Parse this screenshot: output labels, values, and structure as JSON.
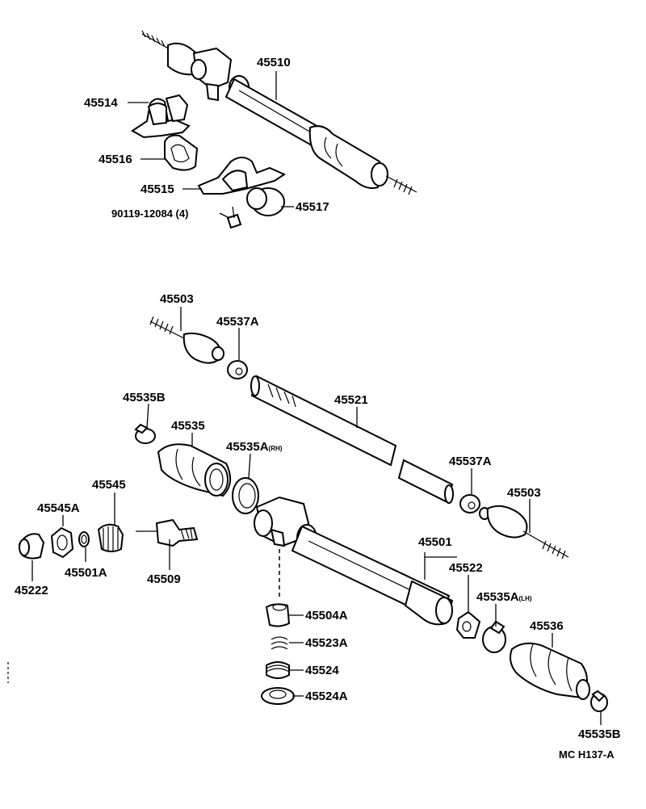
{
  "diagram_code": "MC H137-A",
  "upper_assembly": {
    "main": "45510",
    "bracket_lh": "45514",
    "grommet_lh": "45516",
    "bracket_rh": "45515",
    "grommet_rh": "45517",
    "bolt": "90119-12084 (4)"
  },
  "lower_assembly": {
    "tie_rod_end_left": "45503",
    "washer_left": "45537A",
    "rack": "45521",
    "washer_right": "45537A",
    "tie_rod_end_right": "45503",
    "clamp_left": "45535B",
    "boot_left": "45535",
    "clip_rh_main": "45535A",
    "clip_rh_sub": "(RH)",
    "housing": "45501",
    "stopper": "45522",
    "clip_lh_main": "45535A",
    "clip_lh_sub": "(LH)",
    "boot_right": "45536",
    "clamp_right": "45535B",
    "bearing_seal": "45545",
    "nut": "45545A",
    "cap": "45222",
    "ring": "45501A",
    "pinion": "45509",
    "guide": "45504A",
    "spring": "45523A",
    "spring_cap": "45524",
    "lock_nut": "45524A"
  }
}
